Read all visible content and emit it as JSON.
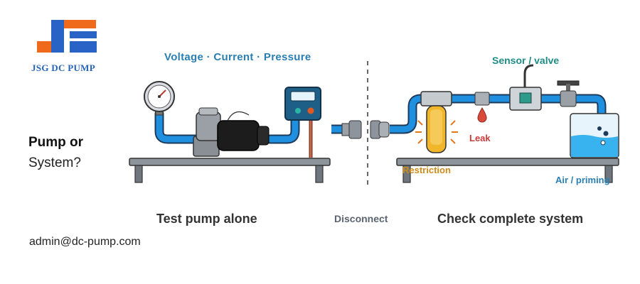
{
  "brand": {
    "name": "JSG DC PUMP"
  },
  "question": {
    "line1": "Pump or",
    "line2": "System?"
  },
  "contact": {
    "email": "admin@dc-pump.com"
  },
  "labels": {
    "measurements": "Voltage · Current · Pressure",
    "sensor_valve": "Sensor / valve",
    "leak": "Leak",
    "restriction": "Restriction",
    "air_priming": "Air / priming"
  },
  "captions": {
    "left": "Test pump alone",
    "middle": "Disconnect",
    "right": "Check complete system"
  },
  "colors": {
    "pipe": "#1f8fe0",
    "pipe_outline": "#1e3a5a",
    "leak": "#d94a3a",
    "restriction": "#f0b020",
    "water": "#39b3ef"
  }
}
